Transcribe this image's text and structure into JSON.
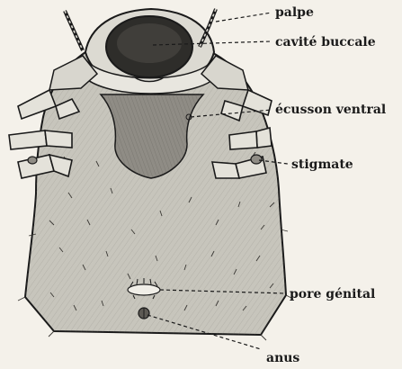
{
  "labels": {
    "palpe": "palpe",
    "cavite_buccale": "cavité buccale",
    "ecusson_ventral": "écusson ventral",
    "stigmate": "stigmate",
    "pore_genital": "pore génital",
    "anus": "anus"
  },
  "colors": {
    "paper": "#f4f1ea",
    "ink": "#1a1a1a",
    "body_fill": "#c7c5bc",
    "scutum_fill": "#8f8c85",
    "mouth_fill": "#2e2d2a"
  }
}
